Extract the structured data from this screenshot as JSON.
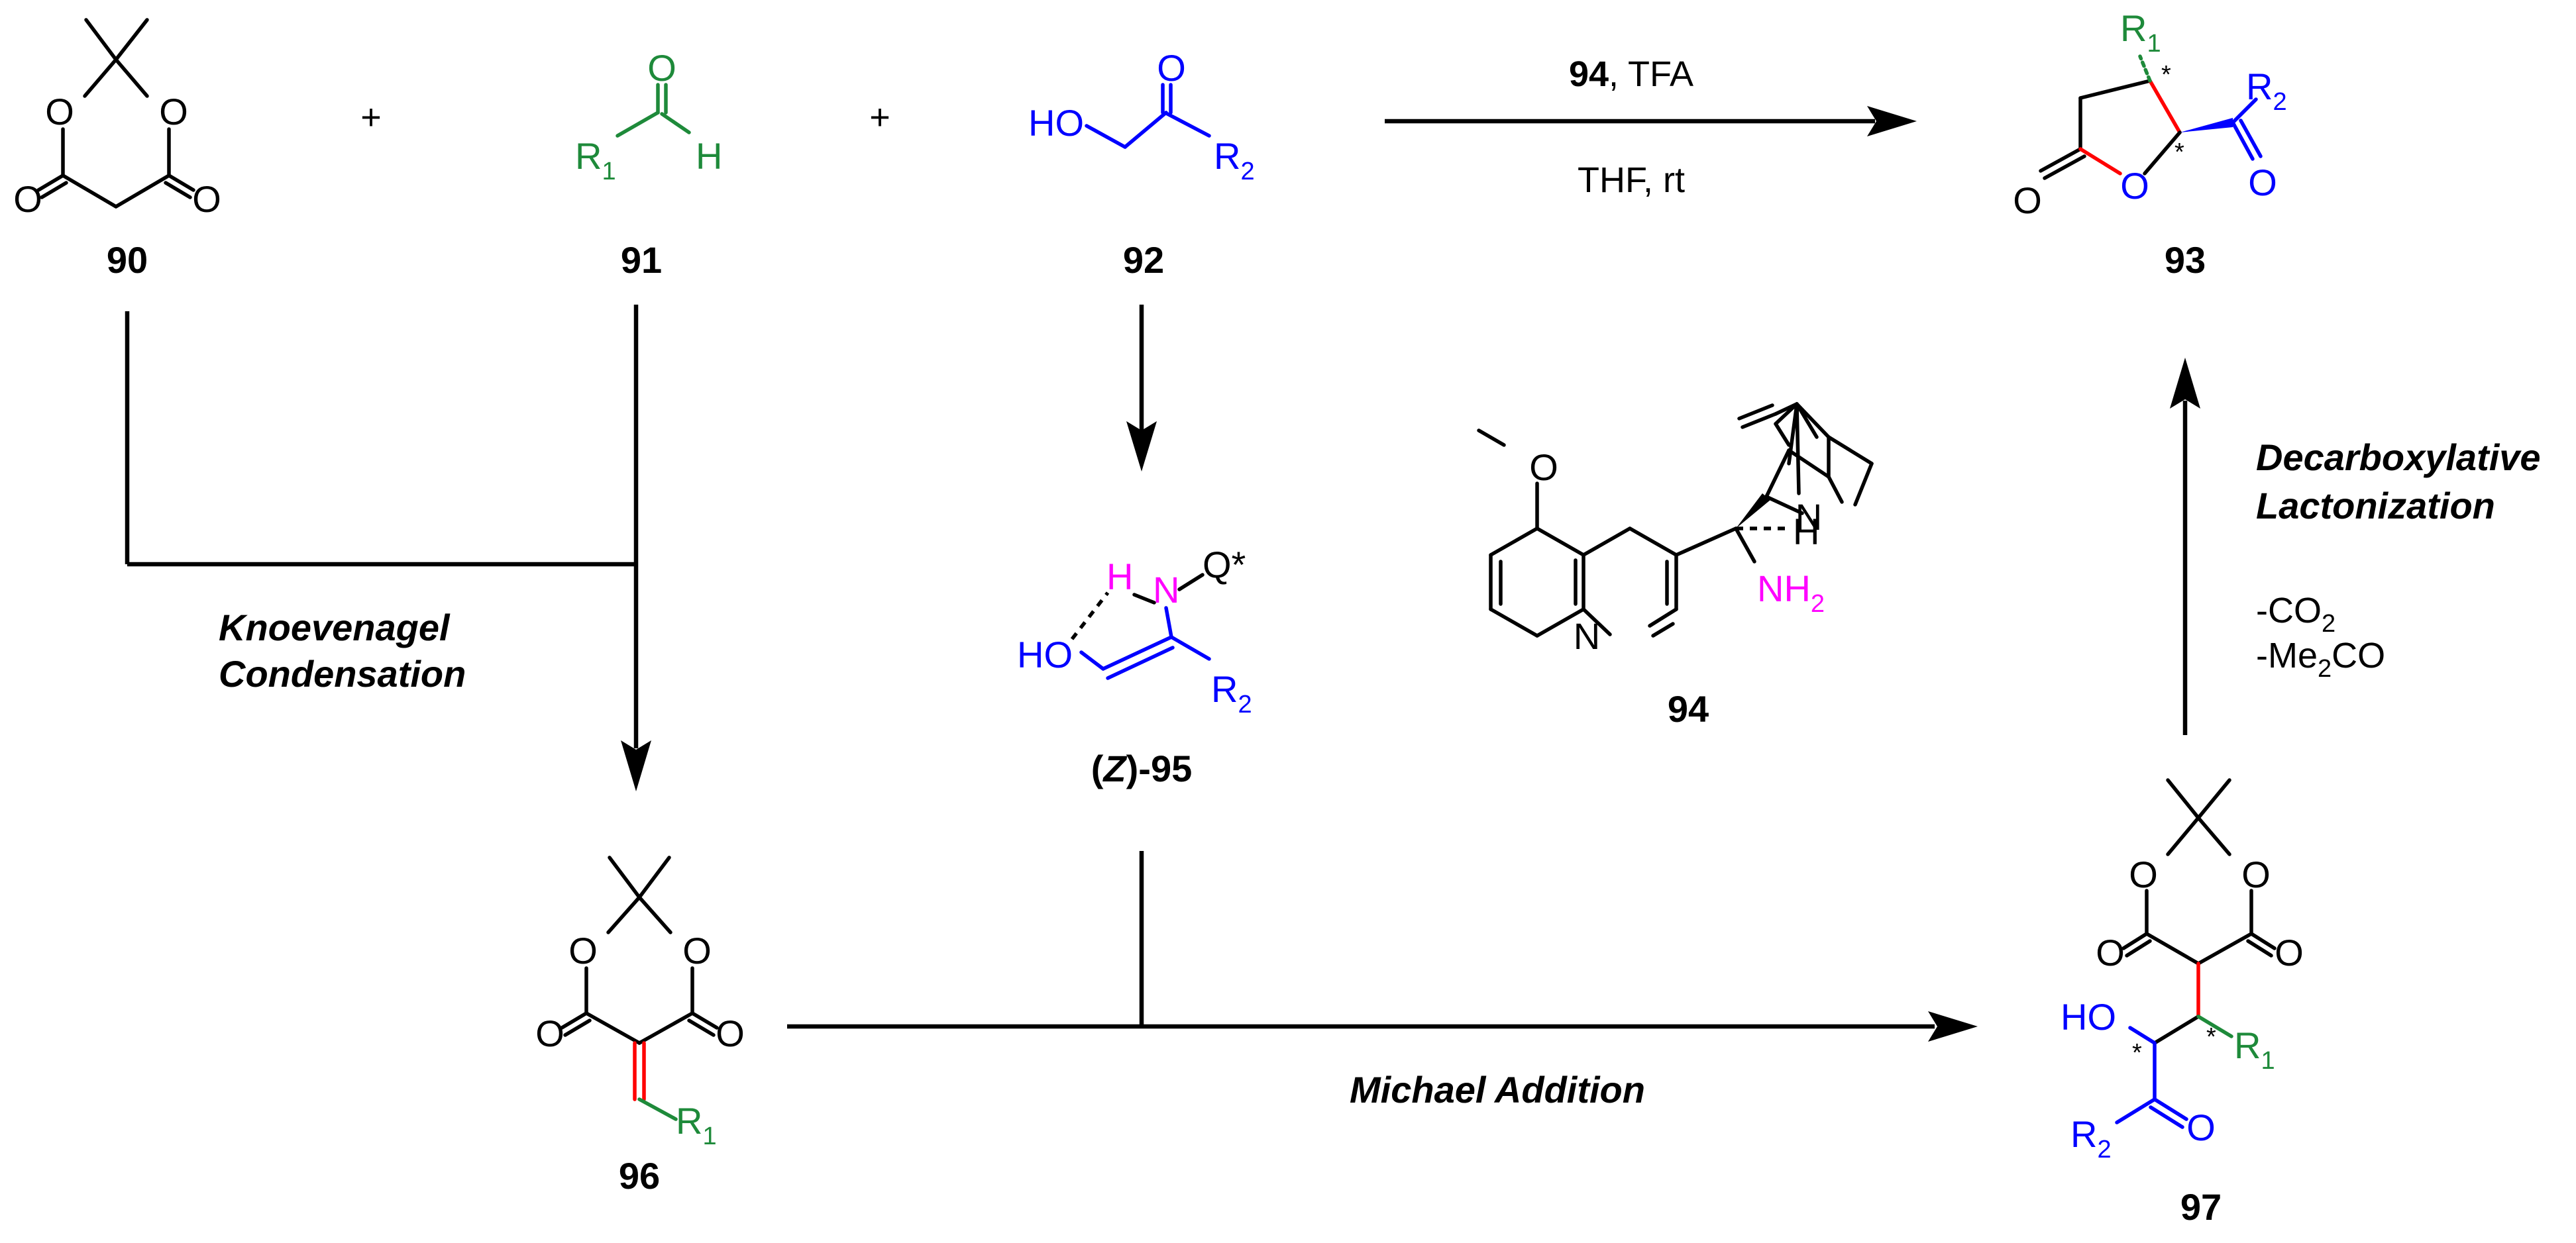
{
  "compounds": {
    "c90": "90",
    "c91": "91",
    "c92": "92",
    "c93": "93",
    "c94": "94",
    "c95": {
      "open": "(",
      "z": "Z",
      "rest": ")-95"
    },
    "c96": "96",
    "c97": "97"
  },
  "atoms": {
    "O": "O",
    "H": "H",
    "HO": "HO",
    "N": "N",
    "NH": "NH",
    "R": "R",
    "Q": "Q*",
    "star": "*",
    "sub1": "1",
    "sub2": "2"
  },
  "conditions": {
    "top_bold": "94",
    "top_rest": ", TFA",
    "top_below": "THF, rt",
    "co2_a": "-CO",
    "co2_sub": "2",
    "me2co_a": "-Me",
    "me2co_sub": "2",
    "me2co_b": "CO"
  },
  "plus": "+",
  "steps": {
    "knoevenagel_1": "Knoevenagel",
    "knoevenagel_2": "Condensation",
    "decarb_1": "Decarboxylative",
    "decarb_2": "Lactonization",
    "michael": "Michael Addition"
  },
  "colors": {
    "black": "#000000",
    "green": "#1e8a3a",
    "blue": "#0000ff",
    "magenta": "#ff00ff",
    "red": "#ff0000"
  }
}
